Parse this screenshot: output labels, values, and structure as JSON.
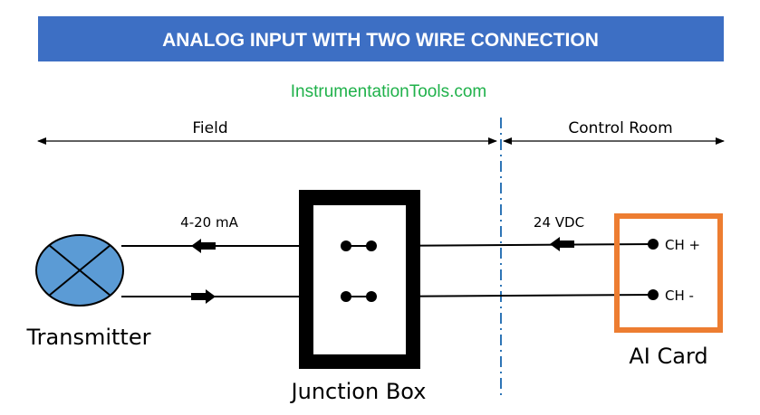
{
  "header": {
    "title": "ANALOG INPUT WITH TWO WIRE CONNECTION",
    "banner_color": "#3d6fc4"
  },
  "watermark": "InstrumentationTools.com",
  "zones": {
    "field": "Field",
    "control_room": "Control Room"
  },
  "signal": {
    "current": "4-20 mA",
    "voltage": "24 VDC"
  },
  "transmitter": {
    "label": "Transmitter",
    "fill_color": "#5b9bd5"
  },
  "junction_box": {
    "label": "Junction Box"
  },
  "ai_card": {
    "label": "AI Card",
    "border_color": "#ed7d31",
    "channels": {
      "plus": "CH +",
      "minus": "CH -"
    }
  },
  "divider_color": "#2e75b6"
}
